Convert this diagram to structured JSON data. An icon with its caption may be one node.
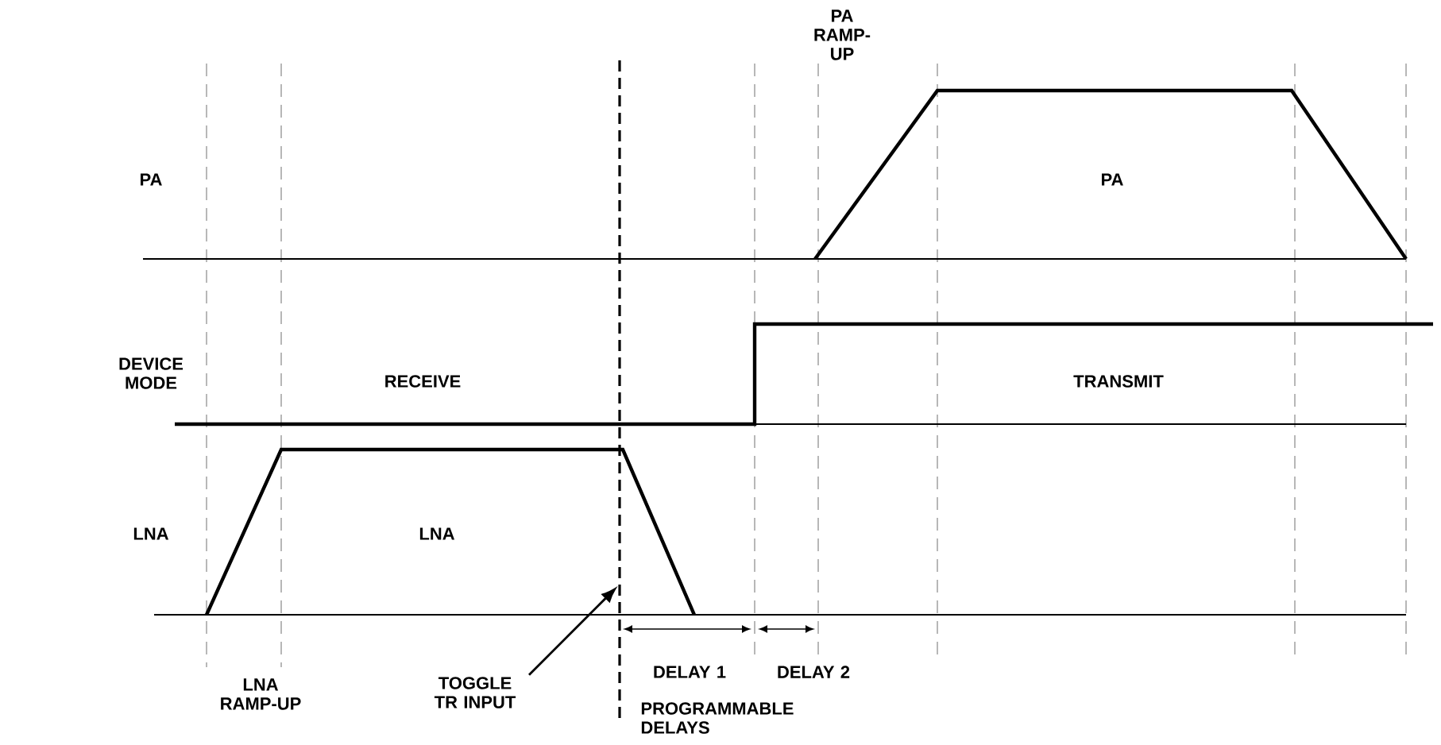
{
  "diagram": {
    "nodes": [
      {
        "text": [
          "TOGGLE TR INPUT"
        ]
      },
      {
        "text": [],
        "shape": "line"
      }
    ],
    "edges": [
      {
        "from": 0,
        "to": 1,
        "arrow": "to"
      }
    ],
    "labels": [
      "PA RAMP-UP",
      "PA",
      "PA",
      "DEVICE MODE",
      "RECEIVE",
      "TRANSMIT",
      "LNA",
      "LNA",
      "LNA RAMP-UP",
      "DELAY 1",
      "DELAY 2",
      "PROGRAMMABLE DELAYS"
    ]
  }
}
